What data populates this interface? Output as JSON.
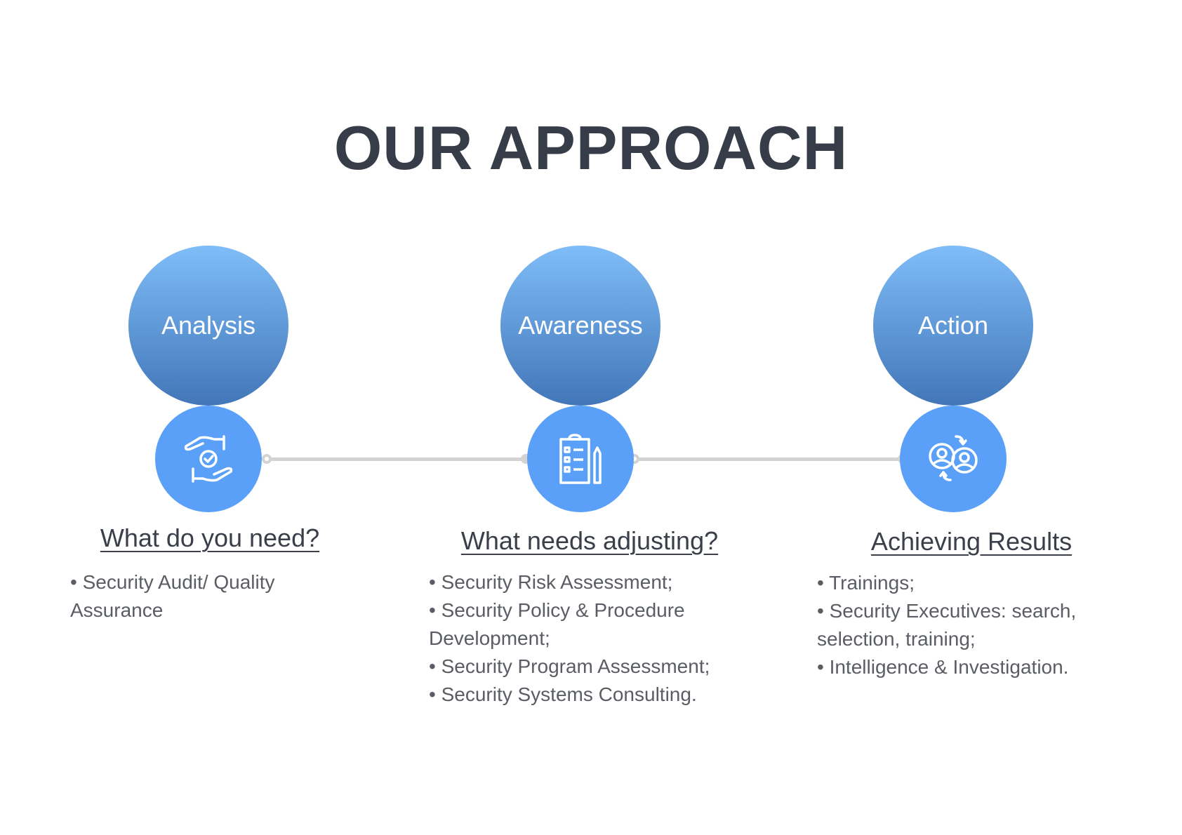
{
  "title": "OUR APPROACH",
  "colors": {
    "title": "#373d48",
    "big_circle_top": "#7fbdf8",
    "big_circle_bottom": "#4276b8",
    "icon_circle": "#5aa0f8",
    "connector": "#d3d3d3"
  },
  "steps": [
    {
      "label": "Analysis",
      "icon": "hands-check-icon",
      "heading": "What do you need?",
      "bullets": [
        "• Security Audit/ Quality Assurance"
      ]
    },
    {
      "label": "Awareness",
      "icon": "clipboard-checklist-icon",
      "heading": "What needs adjusting?",
      "bullets": [
        "• Security Risk Assessment;",
        "• Security Policy & Procedure Development;",
        "• Security Program Assessment;",
        "• Security Systems Consulting."
      ]
    },
    {
      "label": "Action",
      "icon": "users-exchange-icon",
      "heading": "Achieving Results",
      "bullets": [
        "• Trainings;",
        "• Security Executives: search, selection, training;",
        "• Intelligence & Investigation."
      ]
    }
  ]
}
